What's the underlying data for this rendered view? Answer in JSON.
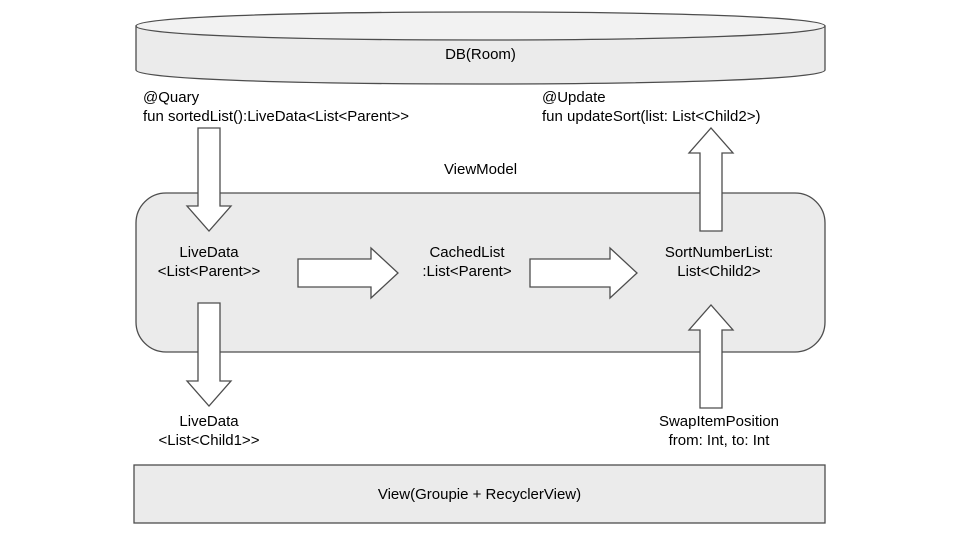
{
  "diagram": {
    "title_db": "DB(Room)",
    "title_viewmodel": "ViewModel",
    "title_view": "View(Groupie + RecyclerView)",
    "colors": {
      "shape_fill": "#ebebeb",
      "shape_stroke": "#4d4d4d",
      "arrow_fill": "#ffffff",
      "background": "#ffffff",
      "text": "#000000"
    },
    "annotations": {
      "query_annotation_line1": "@Quary",
      "query_annotation_line2": "fun sortedList():LiveData<List<Parent>>",
      "update_annotation_line1": "@Update",
      "update_annotation_line2": "fun updateSort(list: List<Child2>)"
    },
    "nodes": {
      "livedata_parent_line1": "LiveData",
      "livedata_parent_line2": "<List<Parent>>",
      "cachedlist_line1": "CachedList",
      "cachedlist_line2": ":List<Parent>",
      "sortnumberlist_line1": "SortNumberList:",
      "sortnumberlist_line2": "List<Child2>",
      "livedata_child1_line1": "LiveData",
      "livedata_child1_line2": "<List<Child1>>",
      "swapitem_line1": "SwapItemPosition",
      "swapitem_line2": "from: Int, to: Int"
    }
  }
}
